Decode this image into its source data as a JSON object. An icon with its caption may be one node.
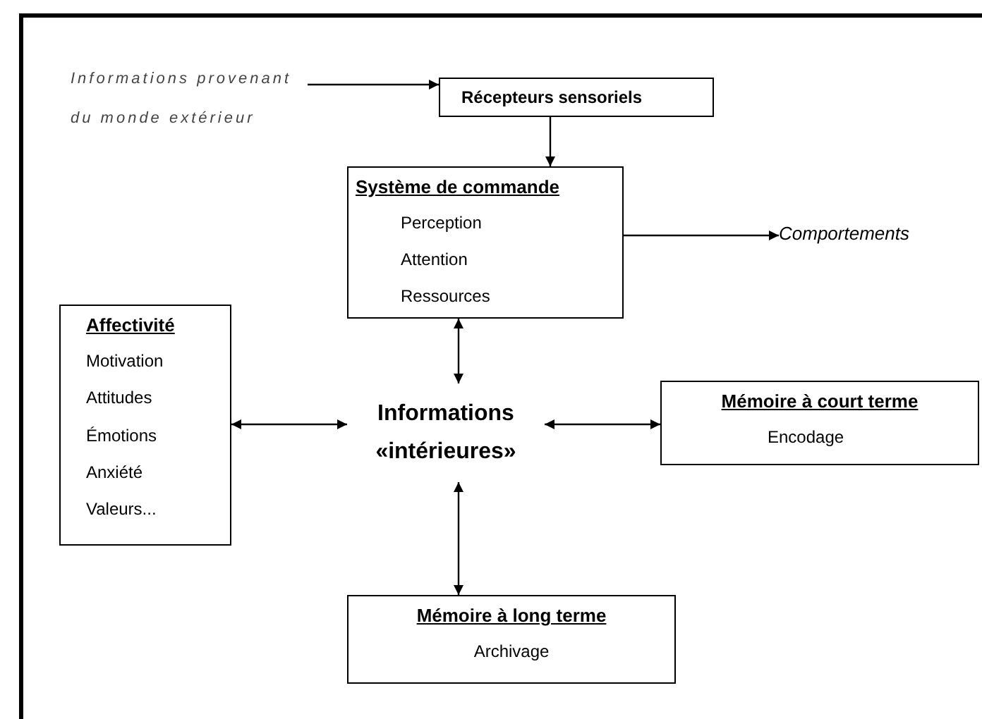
{
  "diagram": {
    "nodes": [
      {
        "text": [
          "Informations provenant du monde extérieur"
        ]
      },
      {
        "text": [
          "Récepteurs sensoriels"
        ]
      },
      {
        "text": [
          "Système de commande",
          "Perception",
          "Attention",
          "Ressources"
        ]
      },
      {
        "text": [
          "Comportements"
        ]
      },
      {
        "text": [
          "Affectivité",
          "Motivation",
          "Attitudes",
          "Émotions",
          "Anxiété",
          "Valeurs..."
        ]
      },
      {
        "text": [
          "Informations «intérieures»"
        ]
      },
      {
        "text": [
          "Mémoire à court terme",
          "Encodage"
        ]
      },
      {
        "text": [
          "Mémoire à long terme",
          "Archivage"
        ]
      }
    ],
    "edges": [
      {
        "from": 0,
        "to": 1,
        "arrow": "to"
      },
      {
        "from": 1,
        "to": 2,
        "arrow": "to"
      },
      {
        "from": 2,
        "to": 3,
        "arrow": "to"
      },
      {
        "from": 2,
        "to": 5,
        "arrow": "both"
      },
      {
        "from": 4,
        "to": 5,
        "arrow": "both"
      },
      {
        "from": 5,
        "to": 6,
        "arrow": "both"
      },
      {
        "from": 5,
        "to": 7,
        "arrow": "both"
      }
    ]
  }
}
